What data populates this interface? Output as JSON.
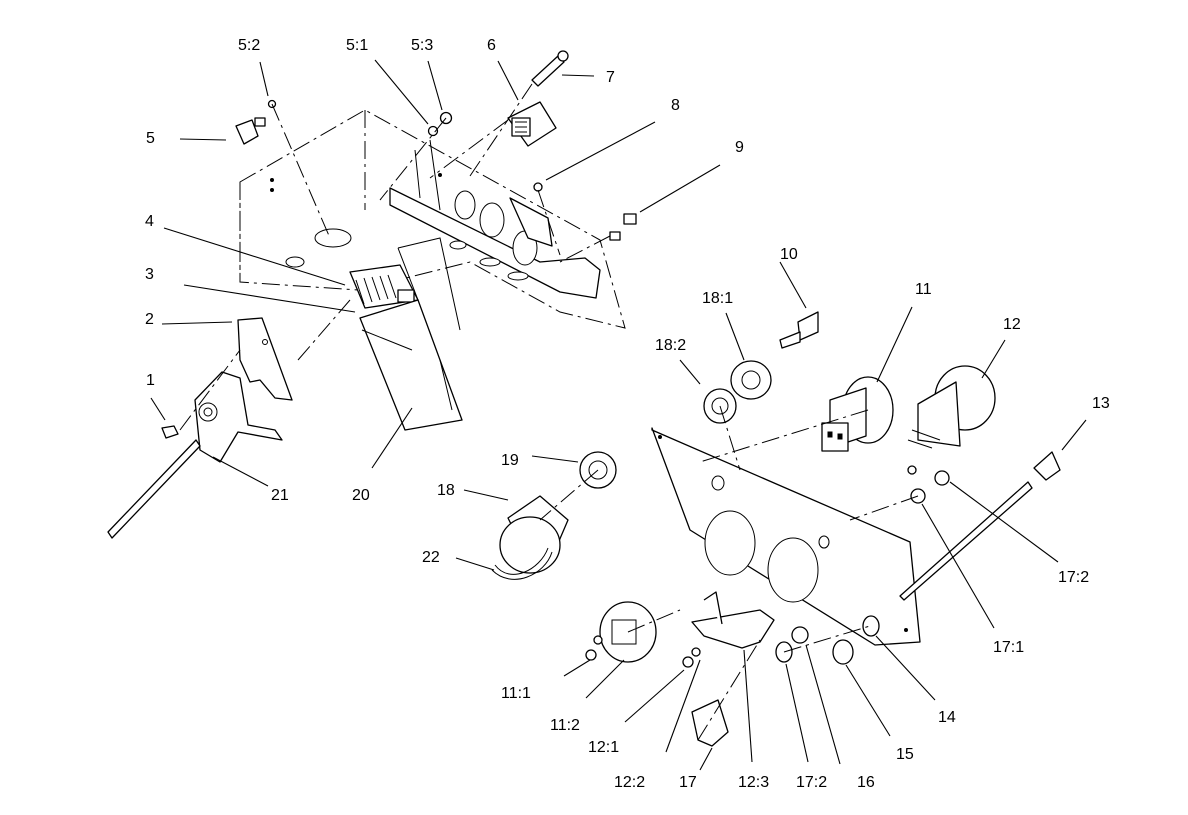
{
  "callouts": [
    {
      "id": "c-1",
      "label": "1"
    },
    {
      "id": "c-2",
      "label": "2"
    },
    {
      "id": "c-3",
      "label": "3"
    },
    {
      "id": "c-4",
      "label": "4"
    },
    {
      "id": "c-5",
      "label": "5"
    },
    {
      "id": "c-5-1",
      "label": "5:1"
    },
    {
      "id": "c-5-2",
      "label": "5:2"
    },
    {
      "id": "c-5-3",
      "label": "5:3"
    },
    {
      "id": "c-6",
      "label": "6"
    },
    {
      "id": "c-7",
      "label": "7"
    },
    {
      "id": "c-8",
      "label": "8"
    },
    {
      "id": "c-9",
      "label": "9"
    },
    {
      "id": "c-10",
      "label": "10"
    },
    {
      "id": "c-11",
      "label": "11"
    },
    {
      "id": "c-11-1",
      "label": "11:1"
    },
    {
      "id": "c-11-2",
      "label": "11:2"
    },
    {
      "id": "c-12",
      "label": "12"
    },
    {
      "id": "c-12-1",
      "label": "12:1"
    },
    {
      "id": "c-12-2",
      "label": "12:2"
    },
    {
      "id": "c-12-3",
      "label": "12:3"
    },
    {
      "id": "c-13",
      "label": "13"
    },
    {
      "id": "c-14",
      "label": "14"
    },
    {
      "id": "c-15",
      "label": "15"
    },
    {
      "id": "c-16",
      "label": "16"
    },
    {
      "id": "c-17",
      "label": "17"
    },
    {
      "id": "c-17-1",
      "label": "17:1"
    },
    {
      "id": "c-17-2a",
      "label": "17:2"
    },
    {
      "id": "c-17-2b",
      "label": "17:2"
    },
    {
      "id": "c-18",
      "label": "18"
    },
    {
      "id": "c-18-1",
      "label": "18:1"
    },
    {
      "id": "c-18-2",
      "label": "18:2"
    },
    {
      "id": "c-19",
      "label": "19"
    },
    {
      "id": "c-20",
      "label": "20"
    },
    {
      "id": "c-21",
      "label": "21"
    },
    {
      "id": "c-22",
      "label": "22"
    }
  ]
}
